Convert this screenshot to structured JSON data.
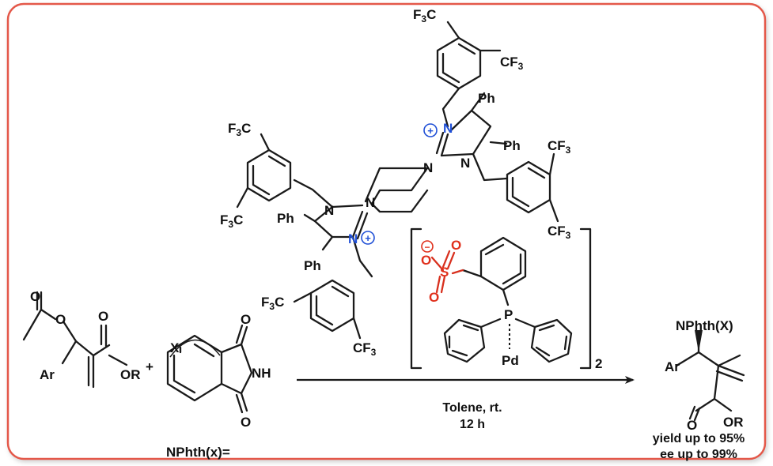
{
  "frame_color": "#e4584a",
  "labels": {
    "cf3": "CF",
    "f3c": "F",
    "c_after_f3": "C",
    "sub3": "3",
    "ph": "Ph",
    "n": "N",
    "nh": "NH",
    "o": "O",
    "ar": "Ar",
    "or": "OR",
    "x": "X",
    "p": "P",
    "pd": "Pd",
    "s": "S",
    "plus": "+",
    "reagent_plus": "+",
    "minus": "−",
    "bracket_subscript": "2",
    "product_substituent": "NPhth(X)",
    "nphth_definition": "NPhth(x)="
  },
  "conditions": {
    "solvent": "Tolene, rt.",
    "time": "12 h"
  },
  "results": {
    "yield": "yield up to 95%",
    "ee": "ee up to 99%"
  },
  "colors": {
    "cation": "#1f4fd6",
    "sulfonate": "#e0301c",
    "frame": "#e4584a"
  }
}
